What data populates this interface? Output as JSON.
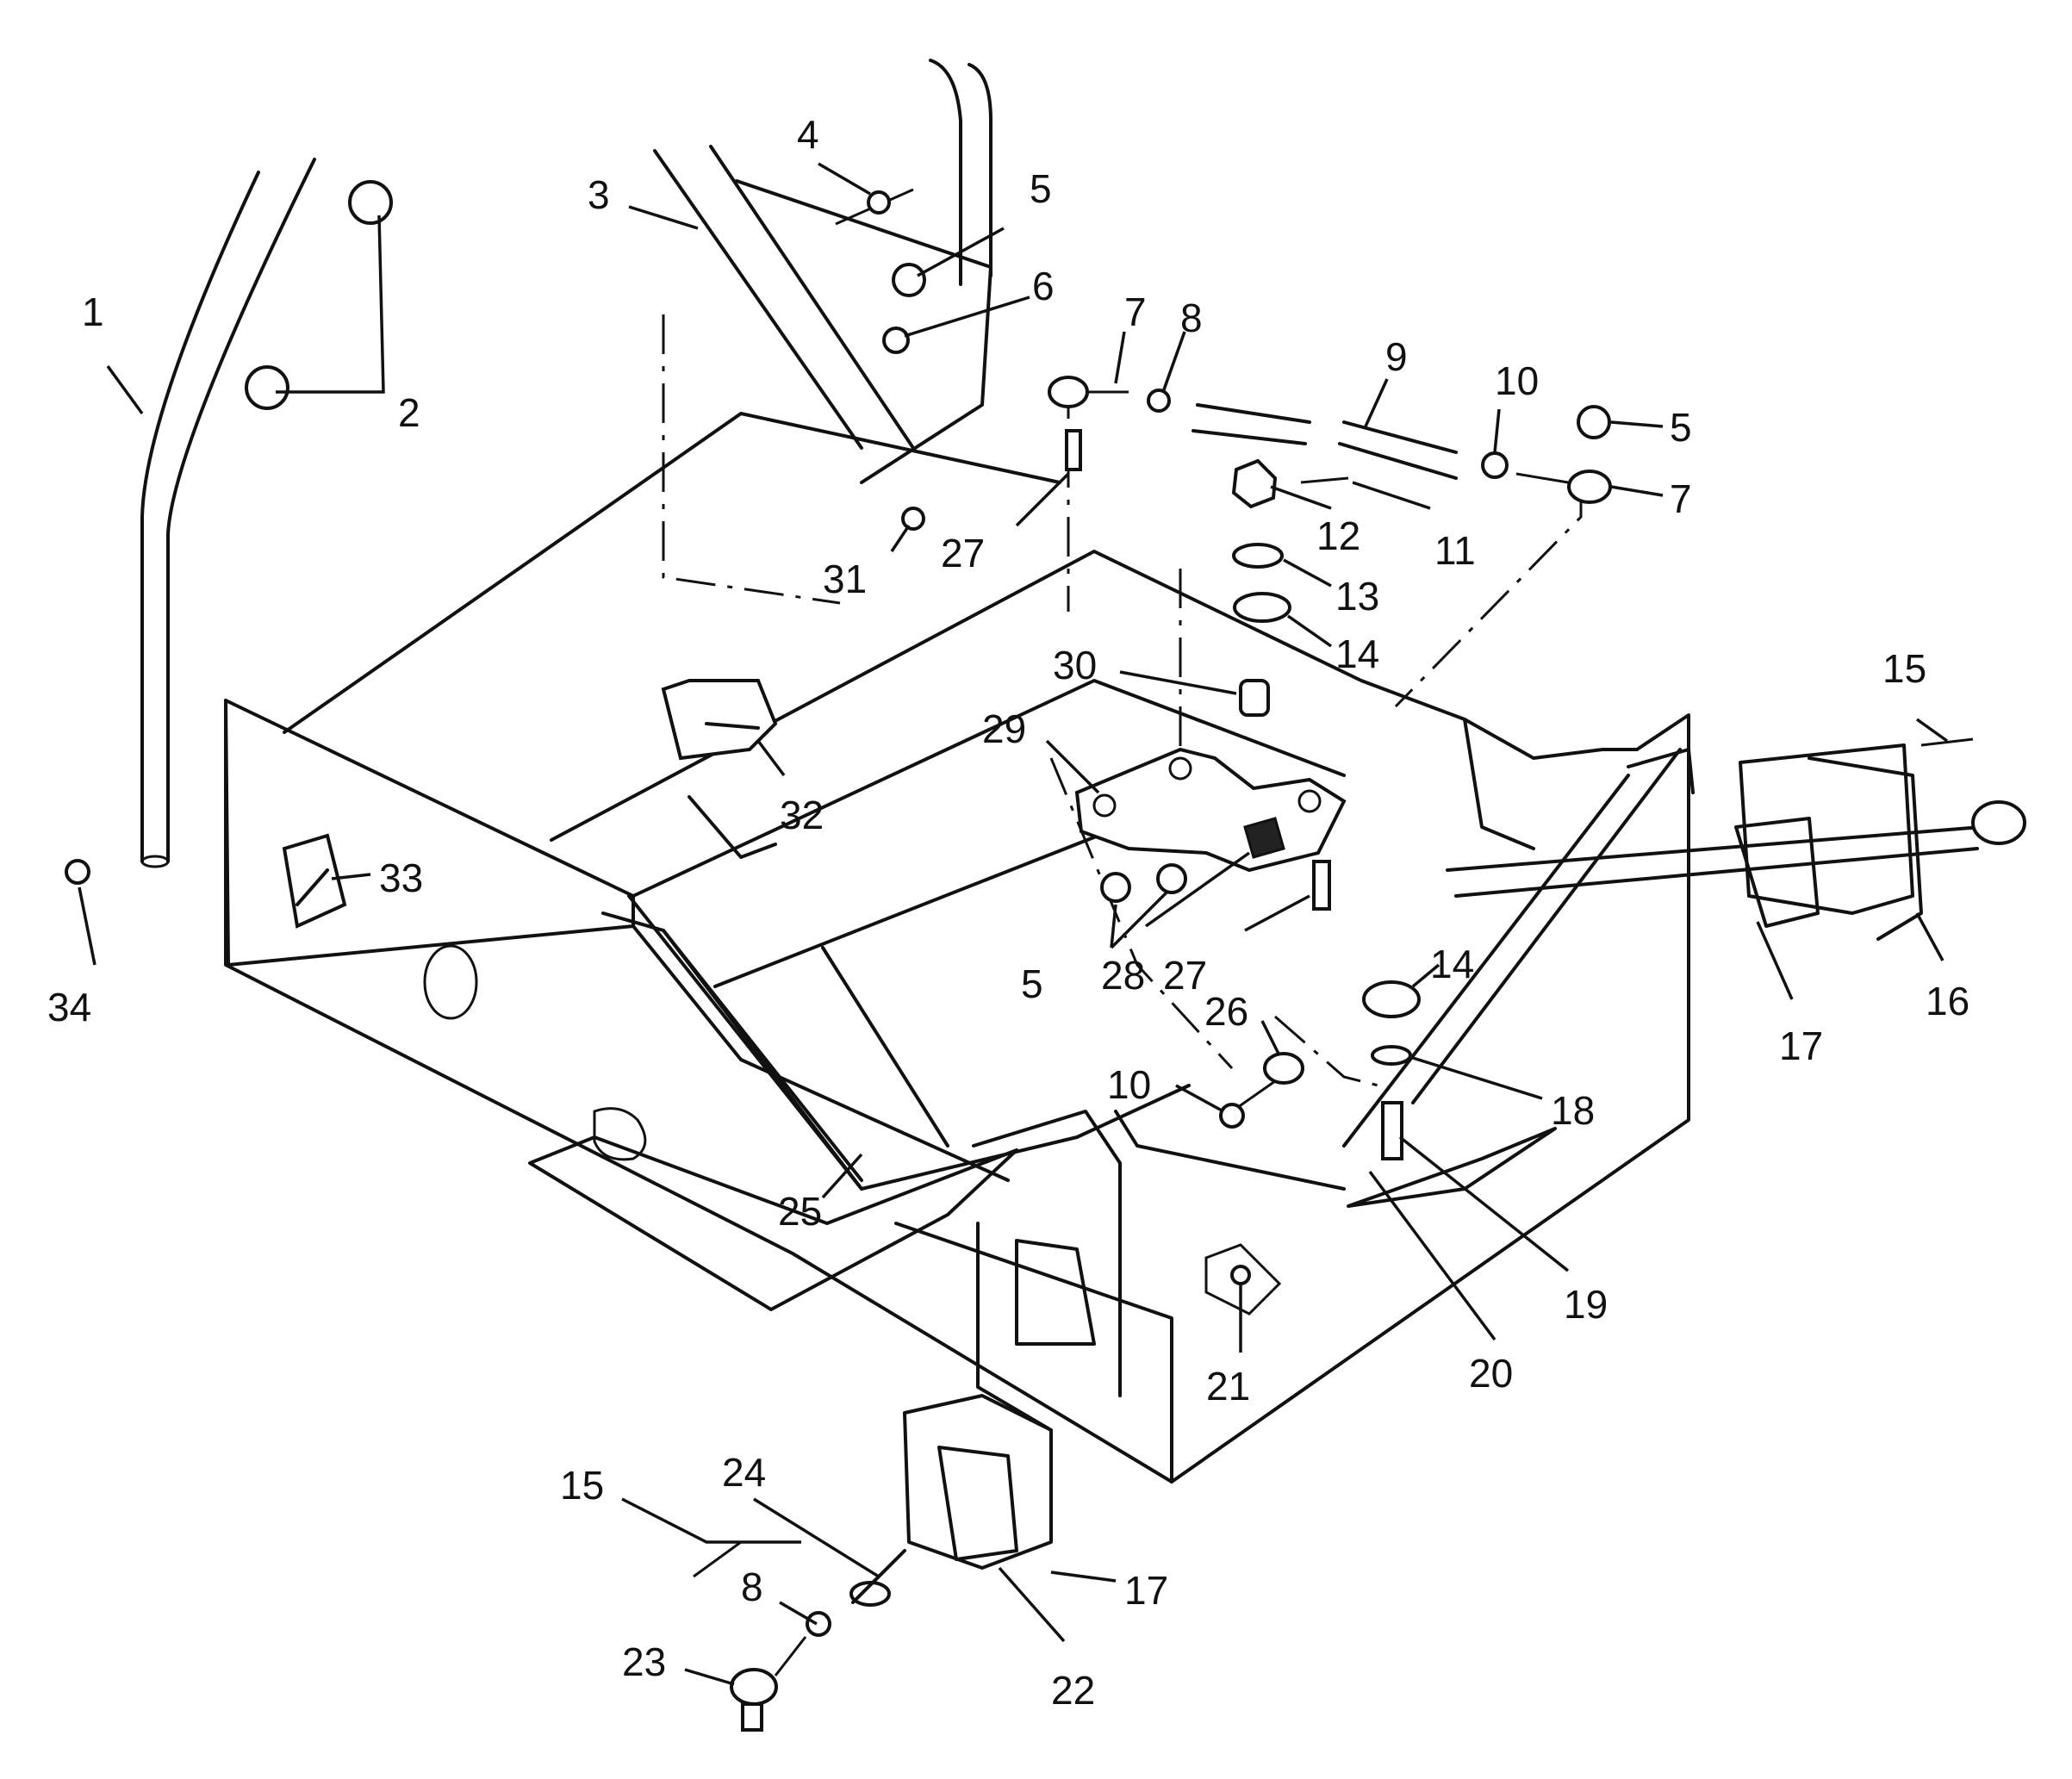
{
  "callouts": [
    {
      "label": "1"
    },
    {
      "label": "2"
    },
    {
      "label": "3"
    },
    {
      "label": "4"
    },
    {
      "label": "5"
    },
    {
      "label": "6"
    },
    {
      "label": "7"
    },
    {
      "label": "8"
    },
    {
      "label": "9"
    },
    {
      "label": "10"
    },
    {
      "label": "5"
    },
    {
      "label": "7"
    },
    {
      "label": "12"
    },
    {
      "label": "11"
    },
    {
      "label": "13"
    },
    {
      "label": "14"
    },
    {
      "label": "30"
    },
    {
      "label": "29"
    },
    {
      "label": "31"
    },
    {
      "label": "27"
    },
    {
      "label": "32"
    },
    {
      "label": "33"
    },
    {
      "label": "34"
    },
    {
      "label": "15"
    },
    {
      "label": "16"
    },
    {
      "label": "17"
    },
    {
      "label": "5"
    },
    {
      "label": "28"
    },
    {
      "label": "27"
    },
    {
      "label": "14"
    },
    {
      "label": "26"
    },
    {
      "label": "10"
    },
    {
      "label": "18"
    },
    {
      "label": "19"
    },
    {
      "label": "20"
    },
    {
      "label": "21"
    },
    {
      "label": "25"
    },
    {
      "label": "15"
    },
    {
      "label": "24"
    },
    {
      "label": "8"
    },
    {
      "label": "23"
    },
    {
      "label": "22"
    },
    {
      "label": "17"
    }
  ]
}
